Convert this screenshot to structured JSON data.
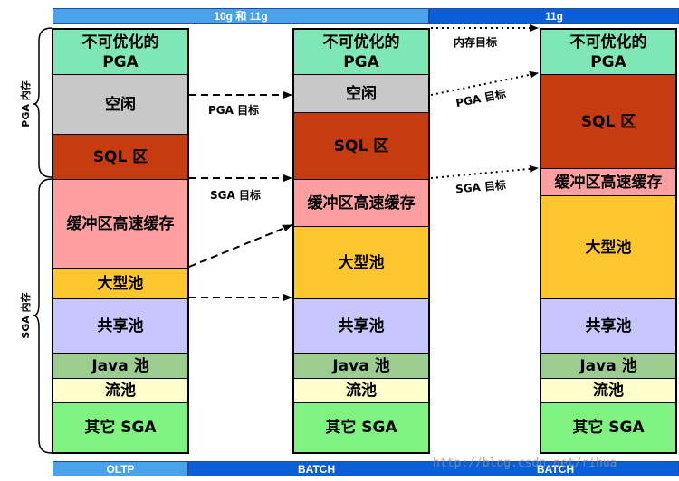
{
  "header": {
    "left_label": "10g 和 11g",
    "right_label": "11g"
  },
  "footer": {
    "left_label": "OLTP",
    "right_label": "BATCH",
    "right_label_2": "BATCH"
  },
  "side_labels": {
    "pga": "PGA 内存",
    "sga": "SGA 内存"
  },
  "target_labels": {
    "pga_target_1": "PGA 目标",
    "sga_target_1": "SGA 目标",
    "memory_target": "内存目标",
    "pga_target_2": "PGA 目标",
    "sga_target_2": "SGA 目标"
  },
  "columns": [
    {
      "name": "oltp",
      "segments": [
        {
          "label": "不可优化的\nPGA",
          "color": "#7fe6b5"
        },
        {
          "label": "空闲",
          "color": "#c8c8c8"
        },
        {
          "label": "SQL 区",
          "color": "#c63b10"
        },
        {
          "label": "缓冲区高速缓存",
          "color": "#ff9fa1"
        },
        {
          "label": "大型池",
          "color": "#ffc62e"
        },
        {
          "label": "共享池",
          "color": "#c7c6ff"
        },
        {
          "label": "Java 池",
          "color": "#9ccc8f"
        },
        {
          "label": "流池",
          "color": "#ffffcc"
        },
        {
          "label": "其它 SGA",
          "color": "#7ff27f"
        }
      ]
    },
    {
      "name": "batch-10g",
      "segments": [
        {
          "label": "不可优化的\nPGA",
          "color": "#7fe6b5"
        },
        {
          "label": "空闲",
          "color": "#c8c8c8"
        },
        {
          "label": "SQL 区",
          "color": "#c63b10"
        },
        {
          "label": "缓冲区高速缓存",
          "color": "#ff9fa1"
        },
        {
          "label": "大型池",
          "color": "#ffc62e"
        },
        {
          "label": "共享池",
          "color": "#c7c6ff"
        },
        {
          "label": "Java 池",
          "color": "#9ccc8f"
        },
        {
          "label": "流池",
          "color": "#ffffcc"
        },
        {
          "label": "其它 SGA",
          "color": "#7ff27f"
        }
      ]
    },
    {
      "name": "batch-11g",
      "segments": [
        {
          "label": "不可优化的\nPGA",
          "color": "#7fe6b5"
        },
        {
          "label": "SQL 区",
          "color": "#c63b10"
        },
        {
          "label": "缓冲区高速缓存",
          "color": "#ff9fa1"
        },
        {
          "label": "大型池",
          "color": "#ffc62e"
        },
        {
          "label": "共享池",
          "color": "#c7c6ff"
        },
        {
          "label": "Java 池",
          "color": "#9ccc8f"
        },
        {
          "label": "流池",
          "color": "#ffffcc"
        },
        {
          "label": "其它 SGA",
          "color": "#7ff27f"
        }
      ]
    }
  ],
  "colors": {
    "bar_light": "#4aa3ea",
    "bar_dark": "#0a5fd8"
  },
  "watermark": "http://blog.csdn.net/rihua"
}
